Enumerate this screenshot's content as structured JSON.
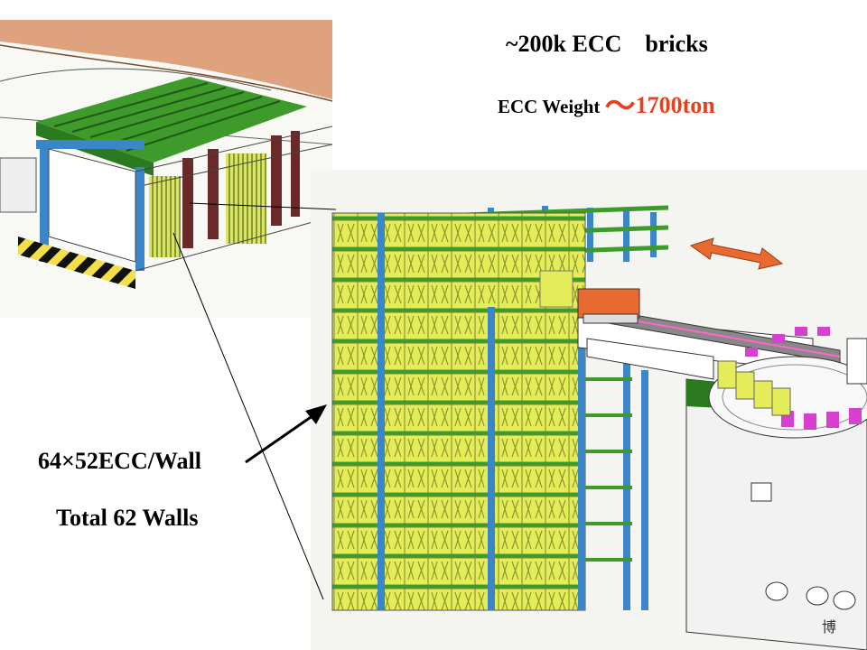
{
  "header": {
    "line1": "~200k ECC    bricks",
    "line2_prefix": "ECC Weight ",
    "line2_tilde": "～",
    "line2_value": "1700ton"
  },
  "labels": {
    "wall_dims": "64×52ECC/Wall",
    "wall_total": "Total 62 Walls"
  },
  "colors": {
    "highlight": "#e8401c",
    "brick_yellow": "#e4ec5a",
    "brick_green": "#3e9a2a",
    "column_blue": "#3b86c8",
    "magenta": "#d63fd0",
    "orange": "#e86a2e",
    "sandstone": "#d9936a"
  },
  "icons": {
    "double_arrow": "double-arrow-icon",
    "pointer_arrow": "pointer-arrow-icon"
  }
}
